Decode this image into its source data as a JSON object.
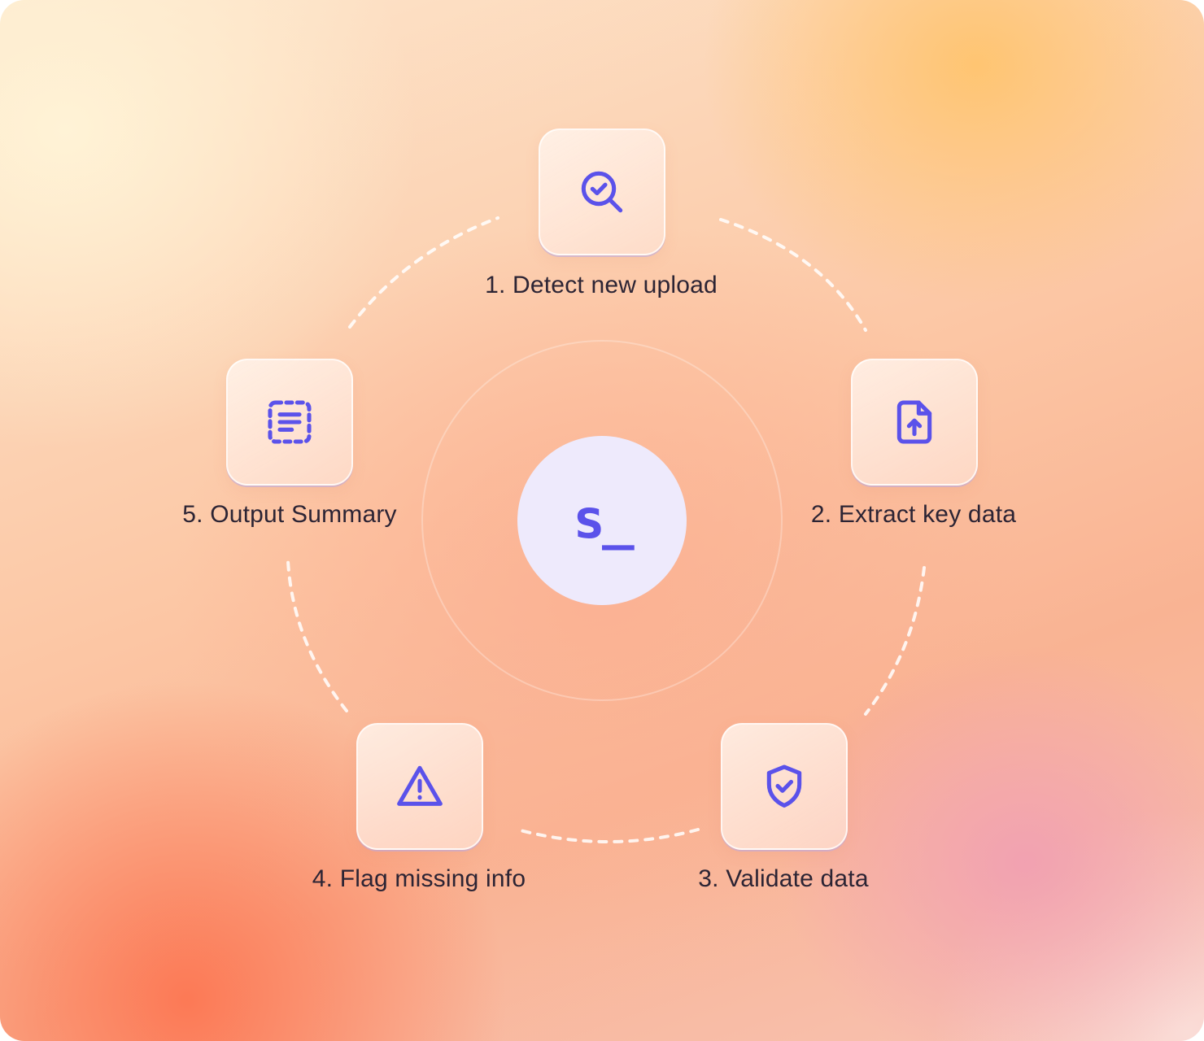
{
  "center": {
    "logo_text": "s_"
  },
  "steps": [
    {
      "label": "1. Detect new upload",
      "icon": "search-check-icon"
    },
    {
      "label": "2. Extract key data",
      "icon": "file-upload-icon"
    },
    {
      "label": "3. Validate data",
      "icon": "shield-check-icon"
    },
    {
      "label": "4. Flag missing info",
      "icon": "warning-triangle-icon"
    },
    {
      "label": "5. Output Summary",
      "icon": "dashed-text-icon"
    }
  ],
  "colors": {
    "accent": "#5b52ea",
    "label_text": "#2c2434",
    "center_bg": "#eeeafc"
  }
}
